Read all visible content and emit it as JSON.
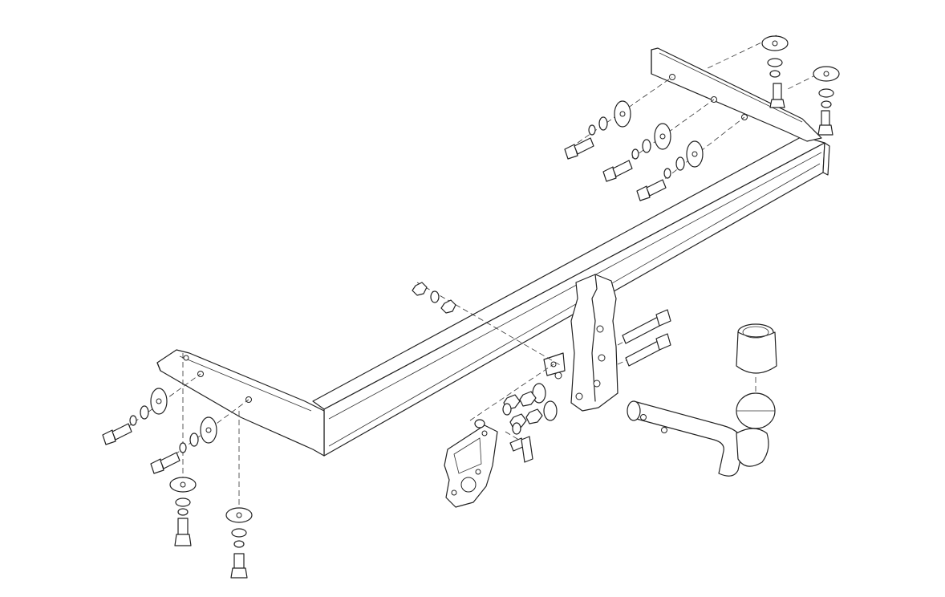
{
  "diagram": {
    "colors": {
      "line": "#222222",
      "background": "#ffffff"
    },
    "parts": [
      "crossbar",
      "left-side-bracket",
      "right-side-bracket",
      "center-mount-plate",
      "electrical-socket-plate",
      "detachable-ball-neck",
      "ball-cover-cap",
      "bolts",
      "washers",
      "nuts"
    ]
  }
}
